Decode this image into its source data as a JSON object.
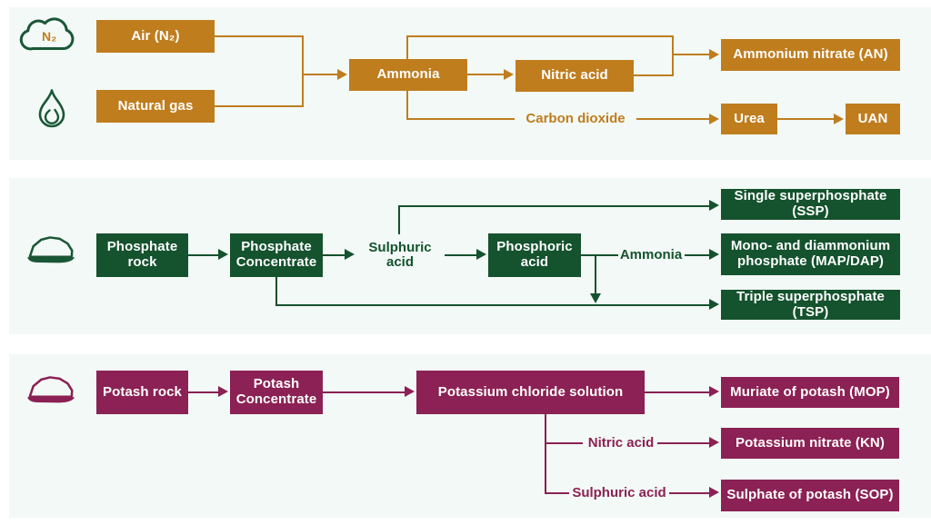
{
  "colors": {
    "nitrogen": "#BF7D1E",
    "phosphate": "#15522E",
    "potash": "#8B2154",
    "panel": "#F3F9F6",
    "boxtext": "#FFFFFF",
    "icongreen": "#1A5737"
  },
  "nitrogen": {
    "cloud_text": "N₂",
    "air": "Air (N₂)",
    "natural_gas": "Natural gas",
    "ammonia": "Ammonia",
    "nitric_acid": "Nitric acid",
    "ammonium_nitrate": "Ammonium nitrate (AN)",
    "carbon_dioxide": "Carbon dioxide",
    "urea": "Urea",
    "uan": "UAN"
  },
  "phosphate": {
    "rock": "Phosphate rock",
    "concentrate": "Phosphate Concentrate",
    "sulphuric_acid": "Sulphuric acid",
    "phosphoric_acid": "Phosphoric acid",
    "ammonia": "Ammonia",
    "ssp": "Single superphosphate (SSP)",
    "map_dap": "Mono- and diammonium phosphate (MAP/DAP)",
    "tsp": "Triple superphosphate (TSP)"
  },
  "potash": {
    "rock": "Potash rock",
    "concentrate": "Potash Concentrate",
    "kcl": "Potassium chloride solution",
    "mop": "Muriate of potash (MOP)",
    "nitric_acid": "Nitric acid",
    "kn": "Potassium nitrate (KN)",
    "sulphuric_acid": "Sulphuric acid",
    "sop": "Sulphate of potash (SOP)"
  }
}
